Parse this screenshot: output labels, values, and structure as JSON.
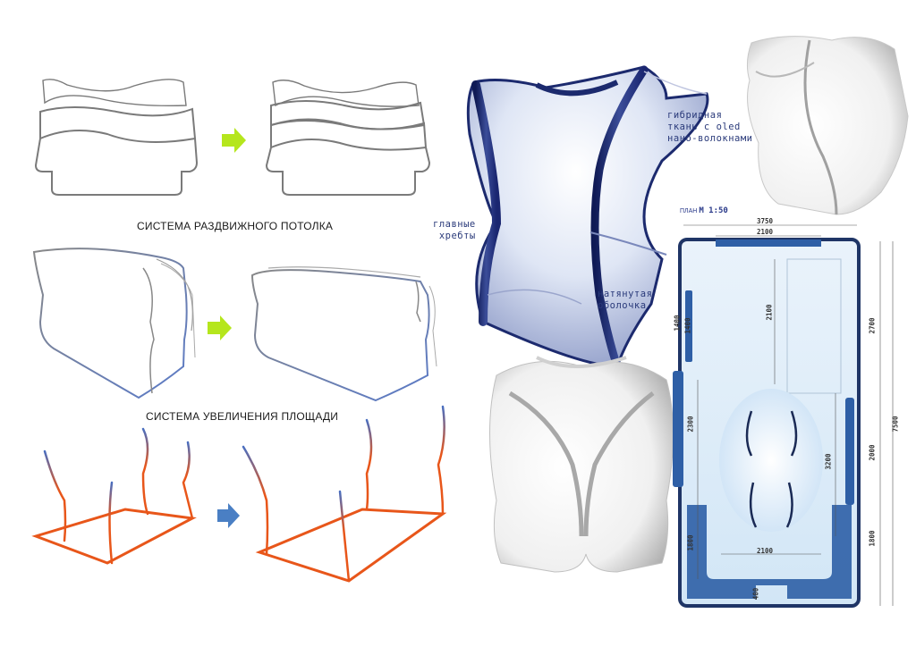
{
  "captions": {
    "ceiling_system": "СИСТЕМА РАЗДВИЖНОГО ПОТОЛКА",
    "area_system": "СИСТЕМА УВЕЛИЧЕНИЯ ПЛОЩАДИ"
  },
  "labels": {
    "hybrid_fabric_1": "гибридная",
    "hybrid_fabric_2": "ткань с oled",
    "hybrid_fabric_3": "нано-волокнами",
    "main_ridges_1": "главные",
    "main_ridges_2": "хребты",
    "membrane_1": "натянутая",
    "membrane_2": "оболочка"
  },
  "plan": {
    "title_prefix": "ПЛАН",
    "title_scale": "М 1:50",
    "dims": {
      "outer_width": "3750",
      "top_window": "2100",
      "inner_bottom": "2100",
      "left_1400a": "1400",
      "left_1400b": "1400",
      "left_2300": "2300",
      "left_1800": "1800",
      "bottom_400": "400",
      "mid_2100": "2100",
      "mid_3200": "3200",
      "right_2700": "2700",
      "right_2000": "2000",
      "right_1800": "1800",
      "total_7500": "7500"
    }
  },
  "colors": {
    "arrow_green": "#b5e61d",
    "arrow_blue": "#4a7fc4",
    "outline_gray": "#7a7a7a",
    "orange": "#e8561a",
    "navy": "#1c2a6e",
    "plan_blue": "#2e5fa6"
  }
}
